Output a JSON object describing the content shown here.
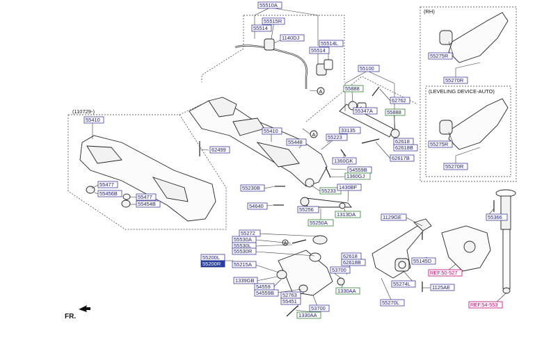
{
  "rh_label": "(RH)",
  "leveling_label": "(LEVELING DEVICE-AUTO)",
  "date_label": "(110729-)",
  "fr_label": "FR.",
  "circle_a": "A",
  "labels": {
    "p55510A": "55510A",
    "p55515R": "55515R",
    "p55514a": "55514",
    "p1140DJ": "1140DJ",
    "p55514b": "55514",
    "p55514L": "55514L",
    "p55100": "55100",
    "p55888": "55888",
    "p62762": "62762",
    "p55347A": "55347A",
    "p55888b": "55888",
    "p62618a": "62618",
    "p62618B": "62618B",
    "p62617B": "62617B",
    "p33135": "33135",
    "p55223": "55223",
    "p1360GK": "1360GK",
    "p54559B": "54559B",
    "p1360GJ": "1360GJ",
    "p55410": "55410",
    "p55410b": "55410",
    "p62499": "62499",
    "p55448": "55448",
    "p55477a": "55477",
    "p55456B": "55456B",
    "p55477b": "55477",
    "p55454B": "55454B",
    "p55230B": "55230B",
    "p55233": "55233",
    "p1430BF": "1430BF",
    "p54640": "54640",
    "p55256": "55256",
    "p1313DA": "1313DA",
    "p55250A": "55250A",
    "p55272": "55272",
    "p55530A": "55530A",
    "p55530L": "55530L",
    "p55530R": "55530R",
    "p55200L": "55200L",
    "p55200R": "55200R",
    "p55215A": "55215A",
    "p1339GB": "1339GB",
    "p54559": "54559",
    "p54559Bb": "54559B",
    "p52763": "52763",
    "p55451": "55451",
    "p62618c": "62618",
    "p62618Bb": "62618B",
    "p53700a": "53700",
    "p1330AAa": "1330AA",
    "p53700b": "53700",
    "p1330AAb": "1330AA",
    "p1129GE": "1129GE",
    "p55145D": "55145D",
    "p55274L": "55274L",
    "p1125AE": "1125AE",
    "p55270L": "55270L",
    "p55366": "55366",
    "p55275R": "55275R",
    "p55270R": "55270R",
    "p55275Rb": "55275R",
    "p55270Rb": "55270R",
    "ref50": "REF.50-527",
    "ref54": "REF.54-553"
  }
}
